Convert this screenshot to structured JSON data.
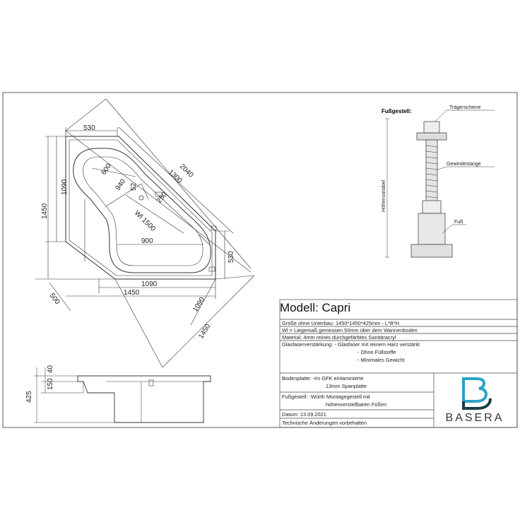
{
  "colors": {
    "line": "#333333",
    "logo_teal": "#2ba3c4",
    "logo_dark": "#1a3c4a"
  },
  "top_view": {
    "dims": {
      "d530_top": "530",
      "d2040": "2040",
      "d1300": "1300",
      "d600": "600",
      "d940": "940",
      "d52": "52",
      "d1500": "Wl 1500",
      "d250": "250",
      "d1090_left": "1090",
      "d1450_left": "1450",
      "d900": "900",
      "d530_right": "530",
      "d500": "500",
      "d1090_bottom": "1090",
      "d1450_bottom": "1450",
      "d1090_diag": "1090",
      "d1450_diag": "1450"
    }
  },
  "side_view": {
    "dims": {
      "d40": "40",
      "d150": "150",
      "d425": "425"
    }
  },
  "stand": {
    "title": "Fußgestell:",
    "label_rail": "Trägerschiene",
    "label_rod": "Gewindestange",
    "label_foot": "Fuß",
    "label_height": "Höhenvariabel"
  },
  "info": {
    "title": "Modell: Capri",
    "rows": [
      "Größe ohne Unterbau:    1450*1450*425mm   -   L*B*H",
      "Wl = Liegemaß gemessen 50mm über dem Wannenboden",
      "Material: 4mm reines durchgefärbtes Sanitäracryl",
      "Glasfaserverstärkung:   - Glasfaser mit reinem Harz verstärkt",
      "- Ohne Füllstoffe",
      "- Minimales Gewicht",
      "Bodenplatte: -Im GFK einlaminierte",
      "13mm Spanplatte",
      "Fußgestell: -Würth Montagegestell mit",
      "höhenverstellbaren Füßen",
      "Datum:          13.09.2021",
      "Technische Änderungen vorbehalten"
    ]
  },
  "logo": {
    "brand": "BASERA"
  }
}
